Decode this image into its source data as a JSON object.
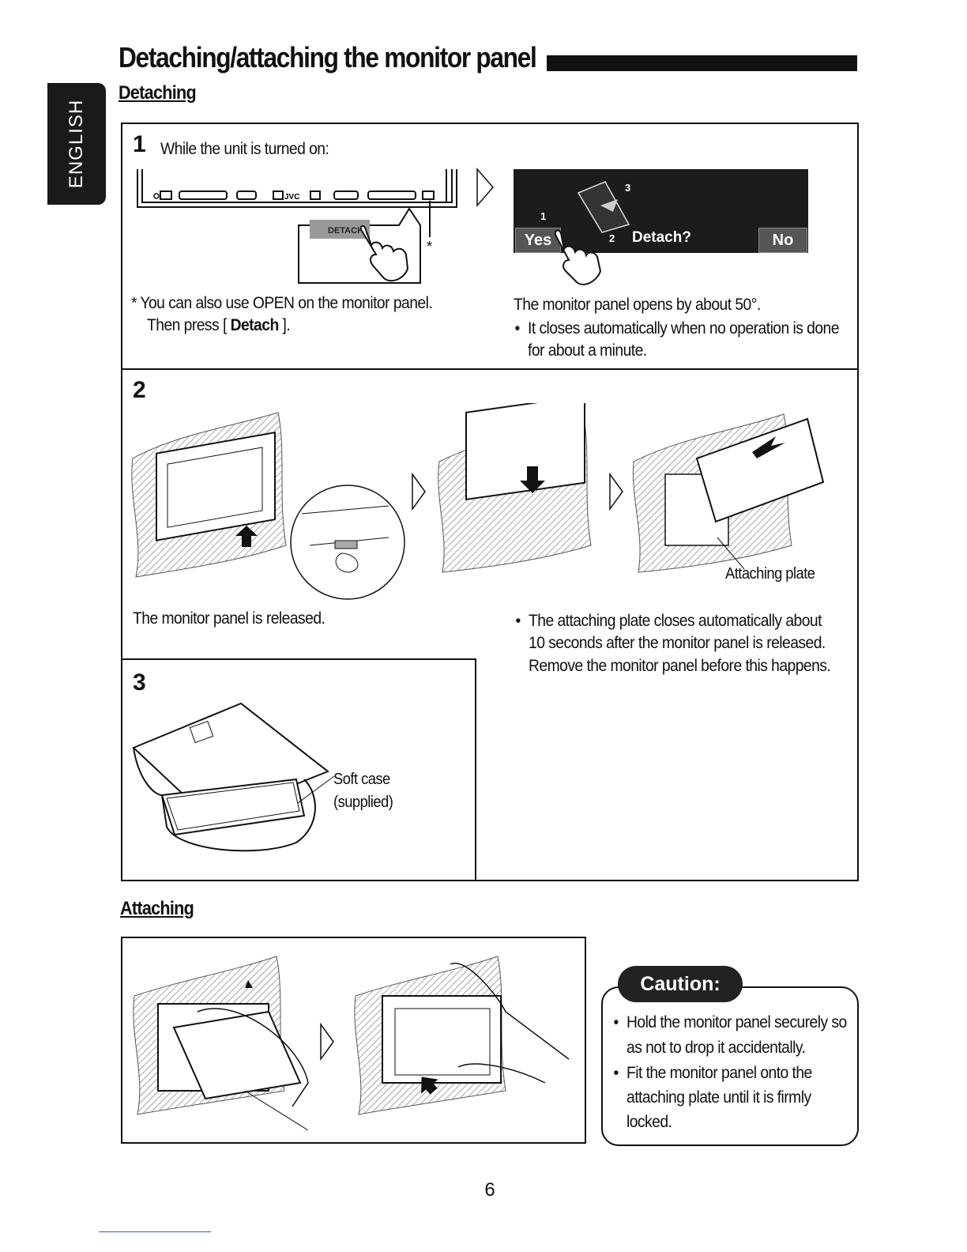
{
  "side_tab": {
    "label": "ENGLISH"
  },
  "title": "Detaching/attaching the monitor panel",
  "detaching": {
    "heading": "Detaching",
    "step1": {
      "number": "1",
      "instruction": "While the unit is turned on:",
      "panel_logo": "JVC",
      "button_label": "DETACH",
      "asterisk": "*",
      "note_line1": "* You can also use OPEN on the monitor panel.",
      "note_line2_prefix": "Then press [ ",
      "note_line2_bold": "Detach",
      "note_line2_suffix": " ].",
      "screen": {
        "yes": "Yes",
        "no": "No",
        "prompt": "Detach?",
        "marker1": "1",
        "marker2": "2",
        "marker3": "3"
      },
      "result": "The monitor panel opens by about 50°.",
      "bullet_line1": "It closes automatically when no operation is done",
      "bullet_line2": "for about a minute."
    },
    "step2": {
      "number": "2",
      "label_plate": "Attaching plate",
      "result": "The monitor panel is released.",
      "bullet_line1": "The attaching plate closes automatically about",
      "bullet_line2": "10 seconds after the monitor panel is released.",
      "bullet_line3": "Remove the monitor panel before this happens."
    },
    "step3": {
      "number": "3",
      "label_line1": "Soft case",
      "label_line2": "(supplied)"
    }
  },
  "attaching": {
    "heading": "Attaching",
    "caution": {
      "title": "Caution:",
      "b1_line1": "Hold the monitor panel securely so",
      "b1_line2": "as not to drop it accidentally.",
      "b2_line1": "Fit the monitor panel onto the",
      "b2_line2": "attaching plate until it is firmly",
      "b2_line3": "locked."
    }
  },
  "page_number": "6"
}
